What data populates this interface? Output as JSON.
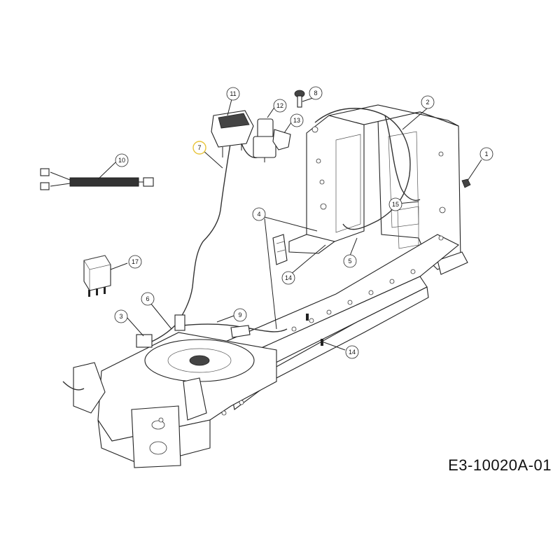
{
  "drawing_number": "E3-10020A-01",
  "highlight_color": "#e8c43a",
  "callouts": [
    {
      "label": "1"
    },
    {
      "label": "2"
    },
    {
      "label": "3"
    },
    {
      "label": "4"
    },
    {
      "label": "5"
    },
    {
      "label": "6"
    },
    {
      "label": "7",
      "highlighted": true
    },
    {
      "label": "8"
    },
    {
      "label": "9"
    },
    {
      "label": "10"
    },
    {
      "label": "11"
    },
    {
      "label": "12"
    },
    {
      "label": "13"
    },
    {
      "label": "14"
    },
    {
      "label": "14"
    },
    {
      "label": "15"
    },
    {
      "label": "17"
    }
  ]
}
